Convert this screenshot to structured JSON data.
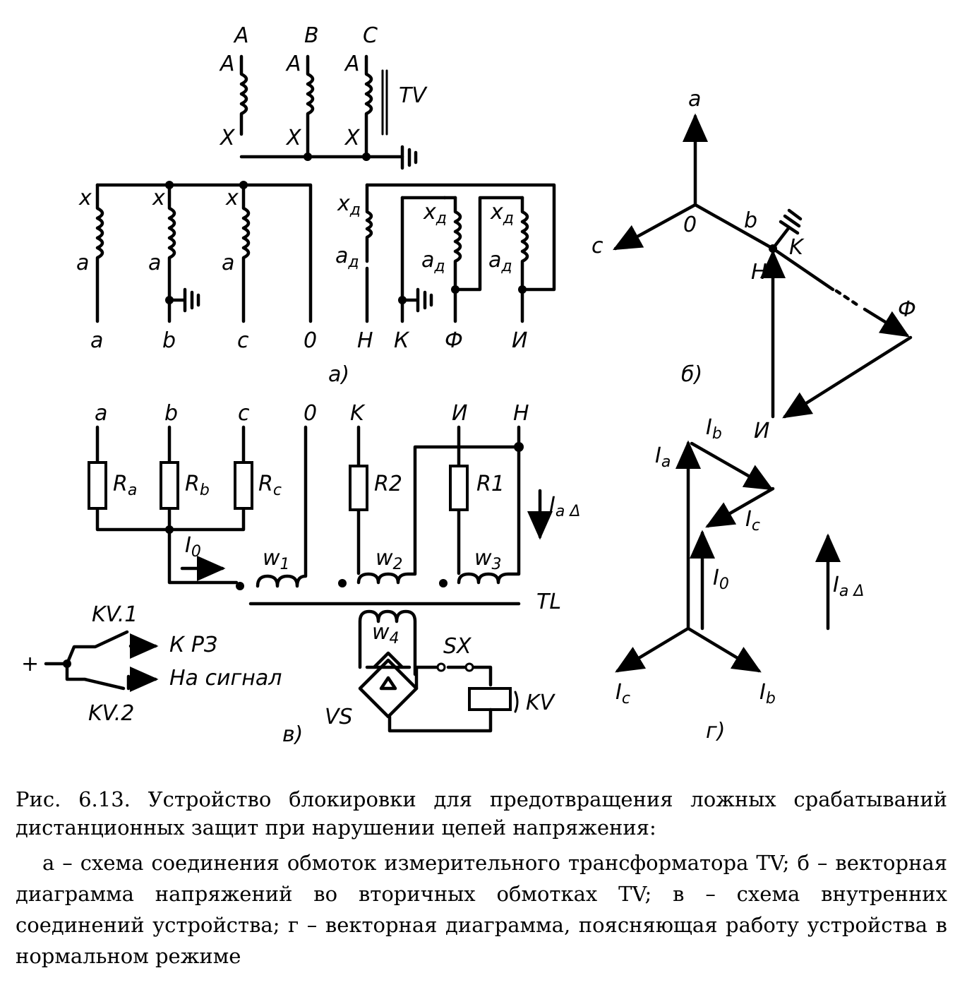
{
  "panel_a": {
    "tv_phases": [
      "A",
      "B",
      "C"
    ],
    "tv_start": "A",
    "tv_end": "X",
    "tv_label": "TV",
    "sec_start": "a",
    "sec_end": "x",
    "delta_start": "a",
    "delta_end": "x",
    "delta_sub": "д",
    "terminals": [
      "a",
      "b",
      "c",
      "0",
      "Н",
      "К",
      "Ф",
      "И"
    ],
    "caption": "а)"
  },
  "panel_b": {
    "labels": [
      "a",
      "c",
      "0",
      "b",
      "K",
      "Н",
      "Ф",
      "И"
    ],
    "caption": "б)"
  },
  "panel_v": {
    "top_terms": [
      "a",
      "b",
      "c",
      "0",
      "K",
      "И",
      "Н"
    ],
    "resistors": [
      "R",
      "R",
      "R",
      "R2",
      "R1"
    ],
    "resistor_subs": [
      "a",
      "b",
      "c"
    ],
    "winding_base": "w",
    "windings": [
      "1",
      "2",
      "3",
      "4"
    ],
    "current_I": "I",
    "current_I0_sub": "0",
    "current_IaD_sub": "a Δ",
    "core_label": "TL",
    "switch_1": "KV.1",
    "switch_2": "KV.2",
    "plus": "+",
    "out_1": "К РЗ",
    "out_2": "На сигнал",
    "sx": "SX",
    "vs": "VS",
    "kv": "KV",
    "caption": "в)"
  },
  "panel_g": {
    "current_base": "I",
    "subs": [
      "a",
      "b",
      "c",
      "0",
      "c",
      "b",
      "a Δ"
    ],
    "caption": "г)"
  },
  "caption": {
    "title": "Рис. 6.13. Устройство блокировки для предотвращения ложных срабатываний дистанционных защит при нарушении цепей напряжения:",
    "body": "а – схема соединения обмоток измерительного трансформатора TV; б – векторная диаграмма напряжений во вторичных обмотках TV; в – схема внутренних соединений устройства; г – векторная диаграмма, поясняющая работу устройства в нормальном режиме"
  }
}
